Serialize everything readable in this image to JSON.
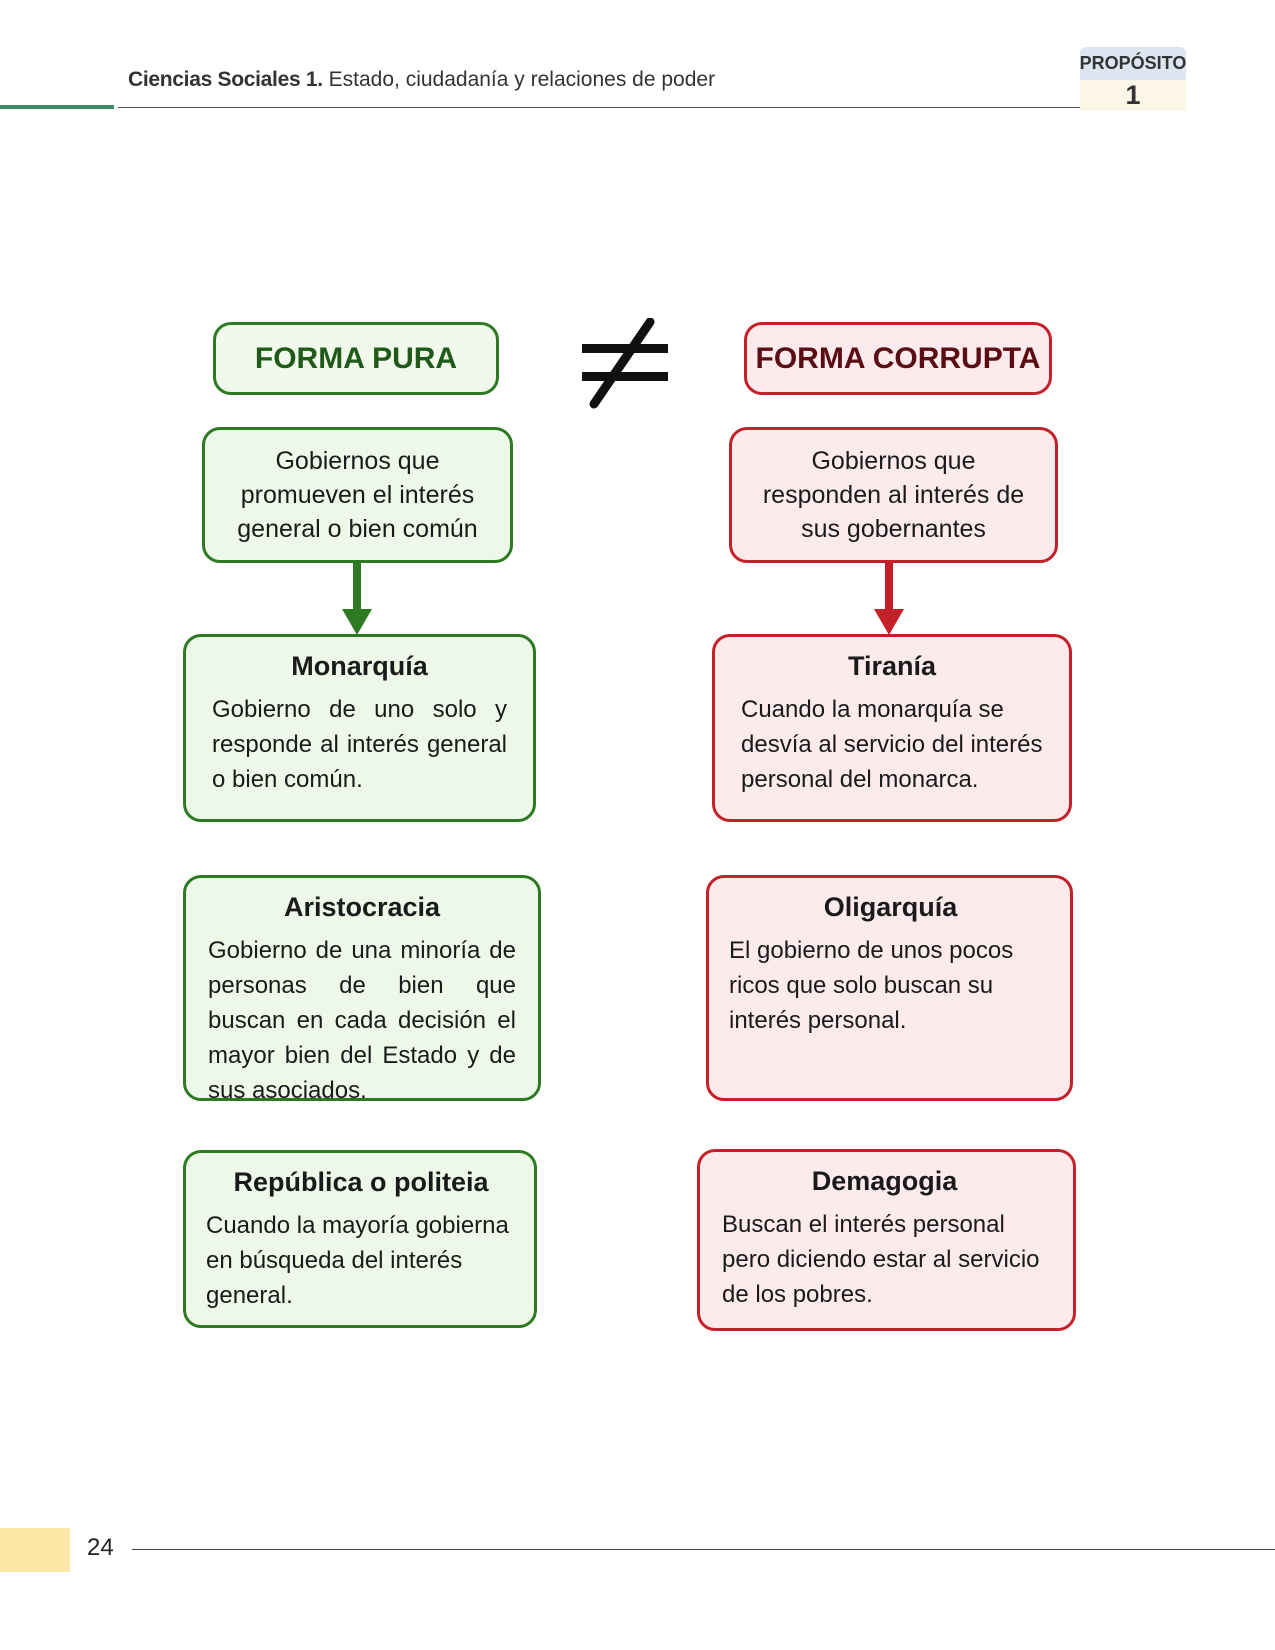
{
  "header": {
    "subject": "Ciencias Sociales 1.",
    "subtitle": "Estado, ciudadanía y relaciones de poder",
    "badge_label": "PROPÓSITO",
    "badge_number": "1"
  },
  "diagram": {
    "pure_title": "FORMA PURA",
    "corrupt_title": "FORMA CORRUPTA",
    "pure_description": "Gobiernos que promueven el interés general o bien común",
    "corrupt_description": "Gobiernos que responden al interés de sus gobernantes",
    "pure_forms": [
      {
        "name": "Monarquía",
        "text": "Gobierno de uno solo y responde al interés general o bien común."
      },
      {
        "name": "Aristocracia",
        "text": "Gobierno de una minoría de personas de bien que buscan en cada decisión el mayor bien del Estado y de sus asociados."
      },
      {
        "name": "República o politeia",
        "text": "Cuando la mayoría gobierna en búsqueda del interés general."
      }
    ],
    "corrupt_forms": [
      {
        "name": "Tiranía",
        "text": "Cuando la monarquía se desvía al servicio del interés personal del monarca."
      },
      {
        "name": "Oligarquía",
        "text": "El gobierno de unos pocos ricos que solo buscan su interés personal."
      },
      {
        "name": "Demagogia",
        "text": "Buscan el interés personal pero diciendo estar al servicio de los pobres."
      }
    ],
    "colors": {
      "pure": "#2d7a22",
      "corrupt": "#c4202a"
    }
  },
  "footer": {
    "page_number": "24"
  }
}
